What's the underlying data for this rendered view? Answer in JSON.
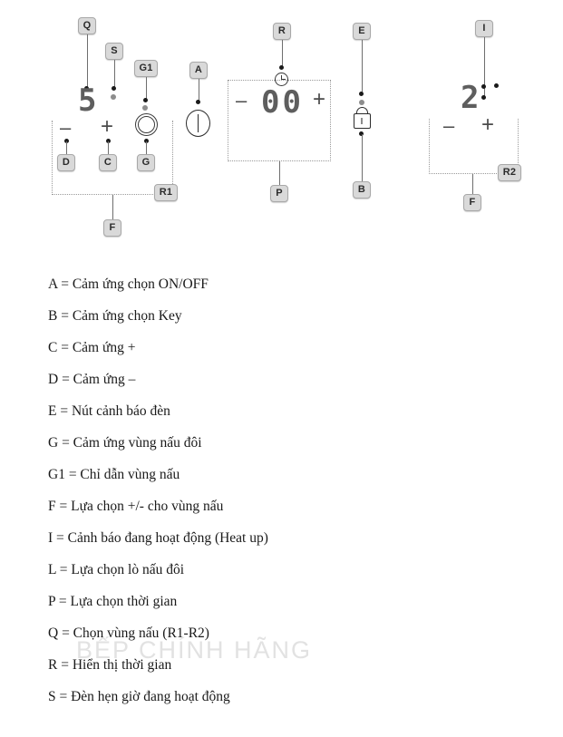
{
  "diagram": {
    "callouts": [
      {
        "id": "Q",
        "label": "Q"
      },
      {
        "id": "S",
        "label": "S"
      },
      {
        "id": "G1",
        "label": "G1"
      },
      {
        "id": "A",
        "label": "A"
      },
      {
        "id": "D",
        "label": "D"
      },
      {
        "id": "C",
        "label": "C"
      },
      {
        "id": "G",
        "label": "G"
      },
      {
        "id": "R1",
        "label": "R1"
      },
      {
        "id": "F1",
        "label": "F"
      },
      {
        "id": "R",
        "label": "R"
      },
      {
        "id": "P",
        "label": "P"
      },
      {
        "id": "E",
        "label": "E"
      },
      {
        "id": "B",
        "label": "B"
      },
      {
        "id": "I",
        "label": "I"
      },
      {
        "id": "R2",
        "label": "R2"
      },
      {
        "id": "F2",
        "label": "F"
      }
    ],
    "displays": {
      "zone1_level": "5",
      "timer_value": "00",
      "zone2_level": "2"
    },
    "glyphs": {
      "minus": "–",
      "plus": "+"
    },
    "icons": {
      "power": "power-icon",
      "dual_ring": "dual-zone-ring-icon",
      "clock": "clock-icon",
      "lock": "lock-icon"
    }
  },
  "legend": {
    "items": [
      "A = Cảm ứng chọn ON/OFF",
      "B = Cảm ứng chọn Key",
      "C = Cảm ứng +",
      "D = Cảm ứng –",
      "E = Nút cảnh báo đèn",
      "G = Cảm ứng vùng nấu đôi",
      "G1 = Chỉ dẫn vùng nấu",
      "F = Lựa chọn +/- cho vùng nấu",
      "I = Cảnh báo đang hoạt động (Heat up)",
      "L = Lựa chọn lò nấu đôi",
      "P = Lựa chọn thời gian",
      "Q = Chọn vùng nấu (R1-R2)",
      "R = Hiển thị thời gian",
      "S = Đèn hẹn giờ đang hoạt động"
    ]
  },
  "watermark": {
    "text": "BẾP CHÍNH HÃNG"
  },
  "colors": {
    "badge_bg": "#d9d9d9",
    "badge_border": "#a8a8a8",
    "leader": "#6e6e6e",
    "display_digit": "#5e5e5e",
    "dotted_box": "#9a9a9a",
    "watermark": "#e2e2e2"
  }
}
